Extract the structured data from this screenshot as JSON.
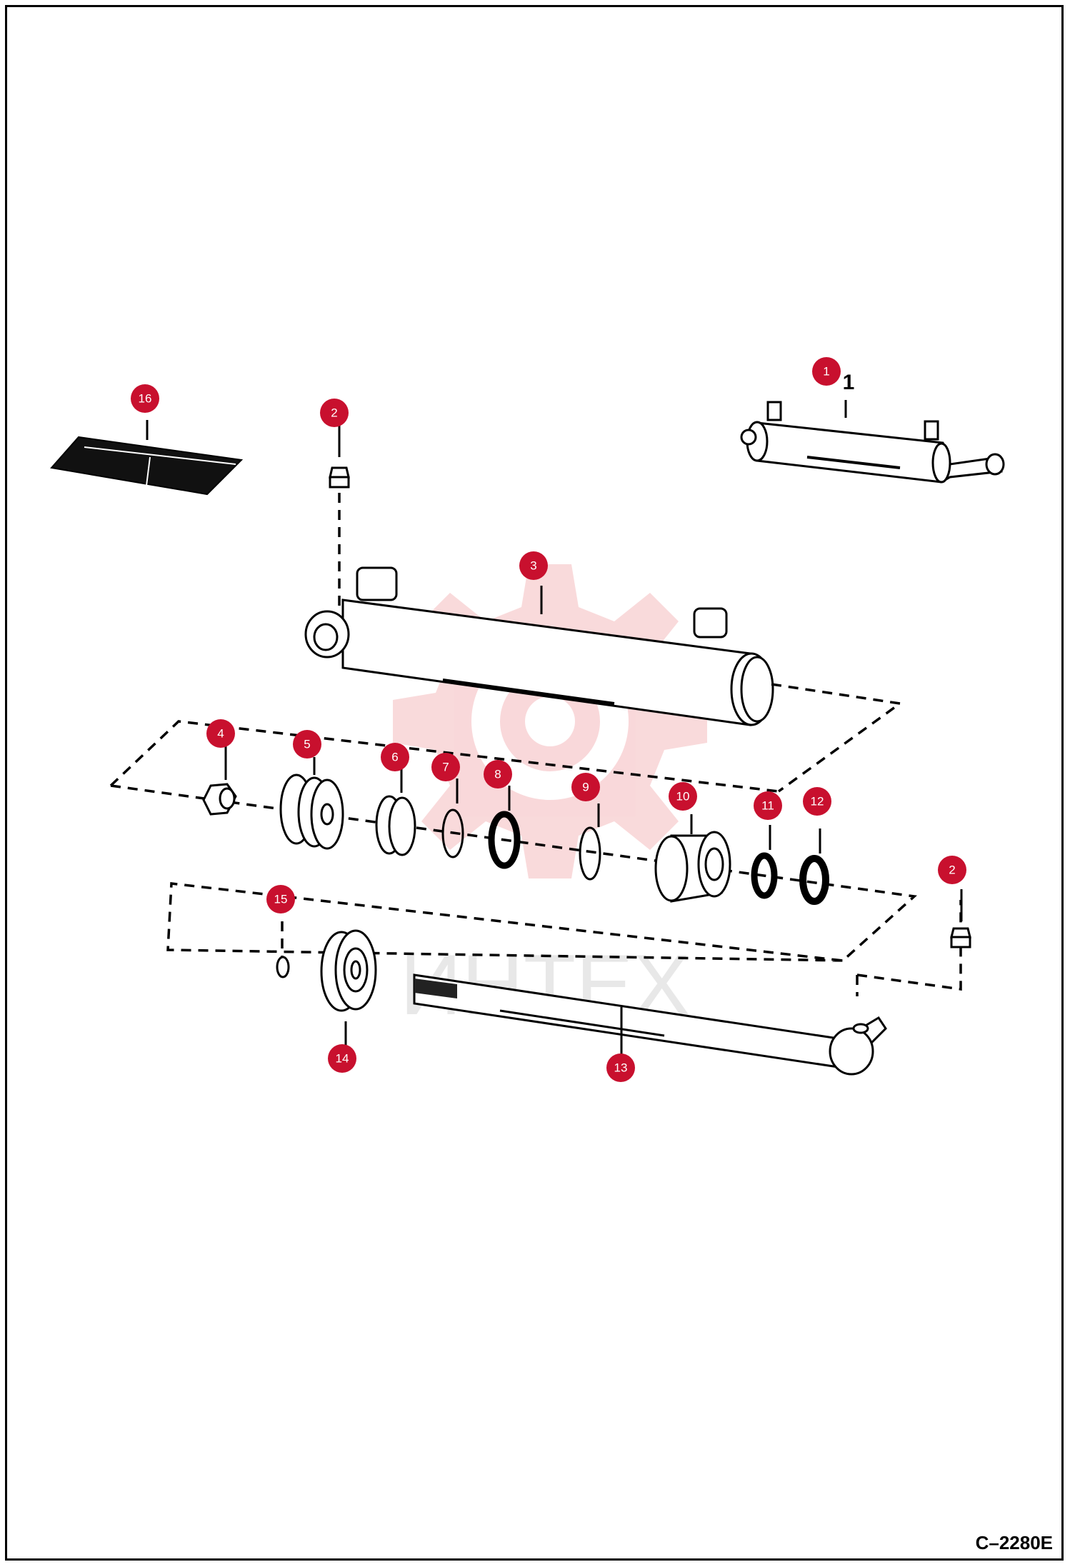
{
  "figure_code": "C–2280E",
  "watermark": "ИНТЕХ",
  "callout_color": "#c8102e",
  "parts": [
    {
      "id": "1",
      "label": "1"
    },
    {
      "id": "2a",
      "label": "2"
    },
    {
      "id": "2b",
      "label": "2"
    },
    {
      "id": "3",
      "label": "3"
    },
    {
      "id": "4",
      "label": "4"
    },
    {
      "id": "5",
      "label": "5"
    },
    {
      "id": "6",
      "label": "6"
    },
    {
      "id": "7",
      "label": "7"
    },
    {
      "id": "8",
      "label": "8"
    },
    {
      "id": "9",
      "label": "9"
    },
    {
      "id": "10",
      "label": "10"
    },
    {
      "id": "11",
      "label": "11"
    },
    {
      "id": "12",
      "label": "12"
    },
    {
      "id": "13",
      "label": "13"
    },
    {
      "id": "14",
      "label": "14"
    },
    {
      "id": "15",
      "label": "15"
    },
    {
      "id": "16",
      "label": "16"
    }
  ]
}
